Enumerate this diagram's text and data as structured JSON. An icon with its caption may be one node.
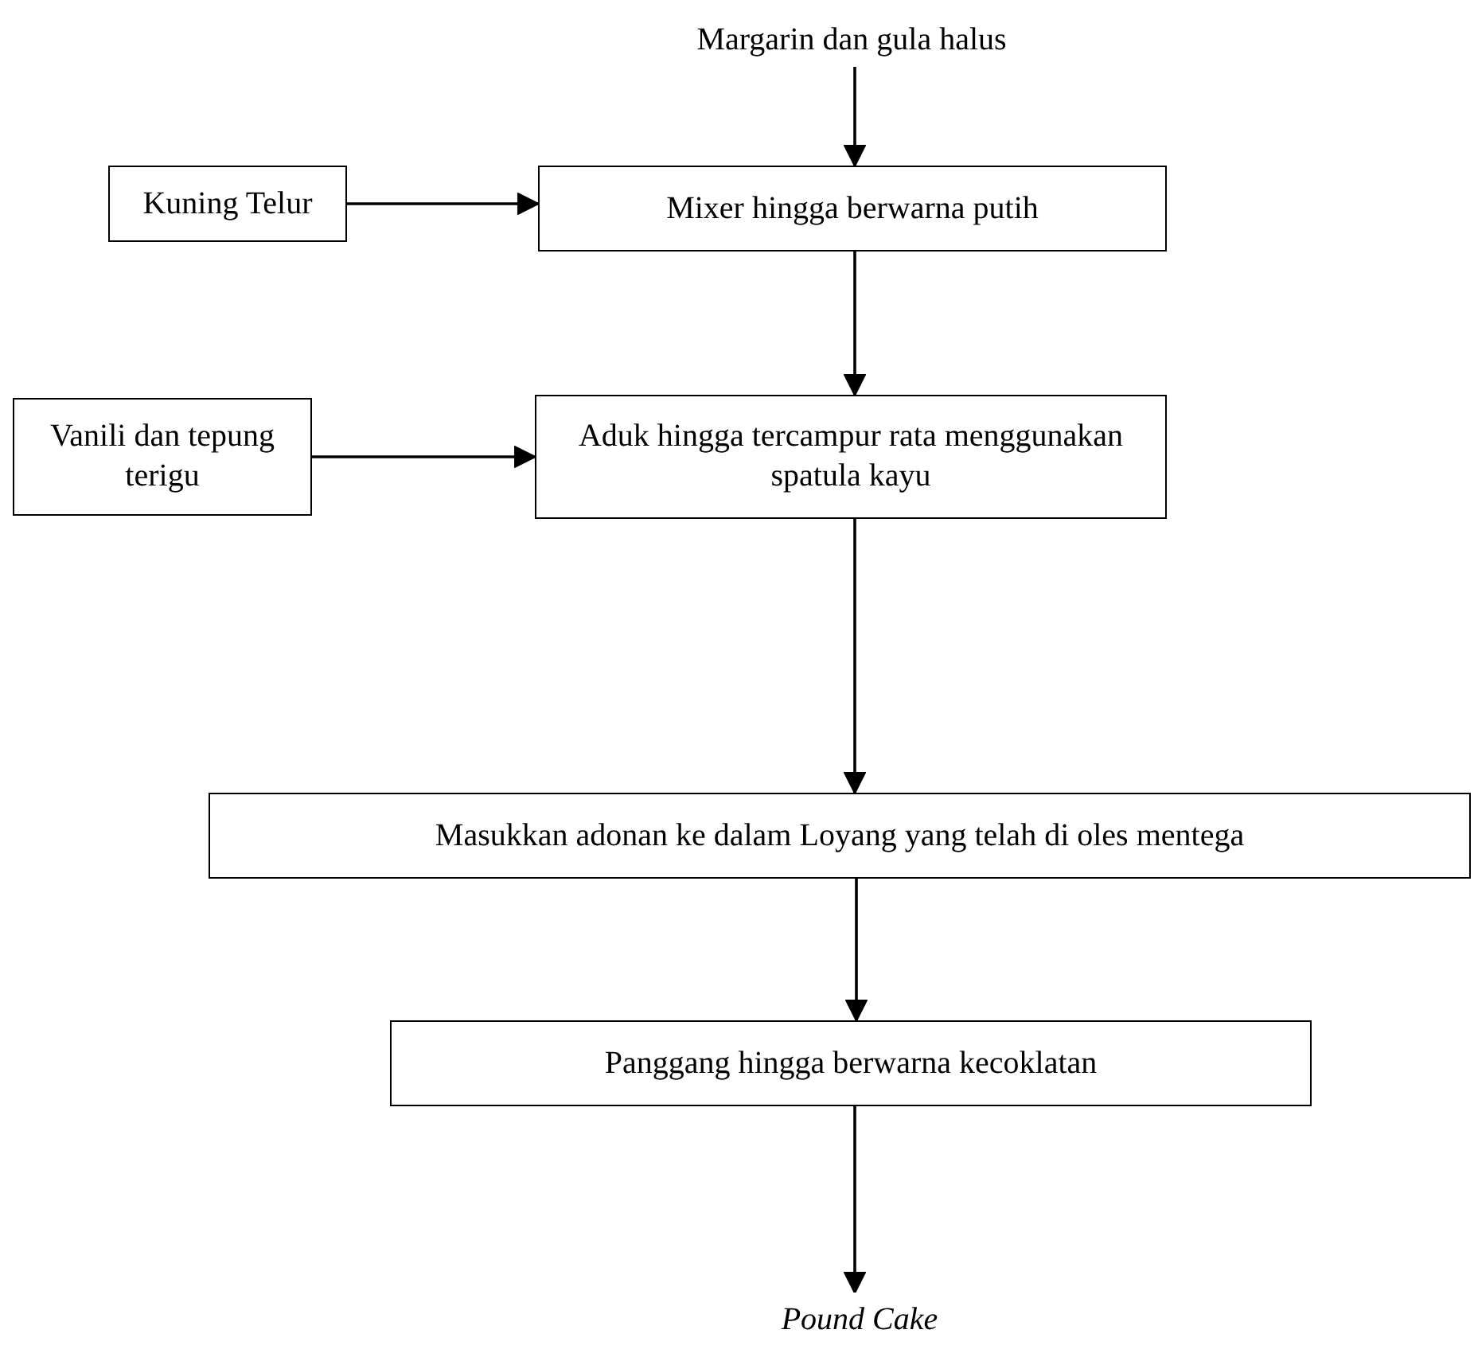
{
  "diagram": {
    "nodes": [
      {
        "text": [
          "Margarin dan gula halus"
        ]
      },
      {
        "text": [
          "Kuning Telur"
        ]
      },
      {
        "text": [
          "Mixer hingga berwarna putih"
        ]
      },
      {
        "text": [
          "Vanili dan tepung terigu"
        ]
      },
      {
        "text": [
          "Aduk hingga tercampur rata menggunakan spatula kayu"
        ]
      },
      {
        "text": [
          "Masukkan adonan ke dalam Loyang yang telah di oles mentega"
        ]
      },
      {
        "text": [
          "Panggang hingga berwarna kecoklatan"
        ]
      },
      {
        "text": [
          "Pound Cake"
        ]
      }
    ],
    "edges": [
      {
        "from": 0,
        "to": 2,
        "arrow": "to"
      },
      {
        "from": 1,
        "to": 2,
        "arrow": "to"
      },
      {
        "from": 2,
        "to": 4,
        "arrow": "to"
      },
      {
        "from": 3,
        "to": 4,
        "arrow": "to"
      },
      {
        "from": 4,
        "to": 5,
        "arrow": "to"
      },
      {
        "from": 5,
        "to": 6,
        "arrow": "to"
      },
      {
        "from": 6,
        "to": 7,
        "arrow": "to"
      }
    ]
  }
}
